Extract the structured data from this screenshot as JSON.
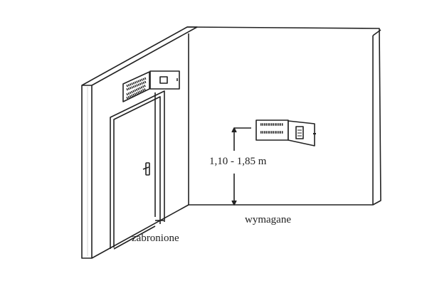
{
  "labels": {
    "height_range": "1,10 - 1,85 m",
    "required": "wymagane",
    "forbidden": "zabronione"
  }
}
